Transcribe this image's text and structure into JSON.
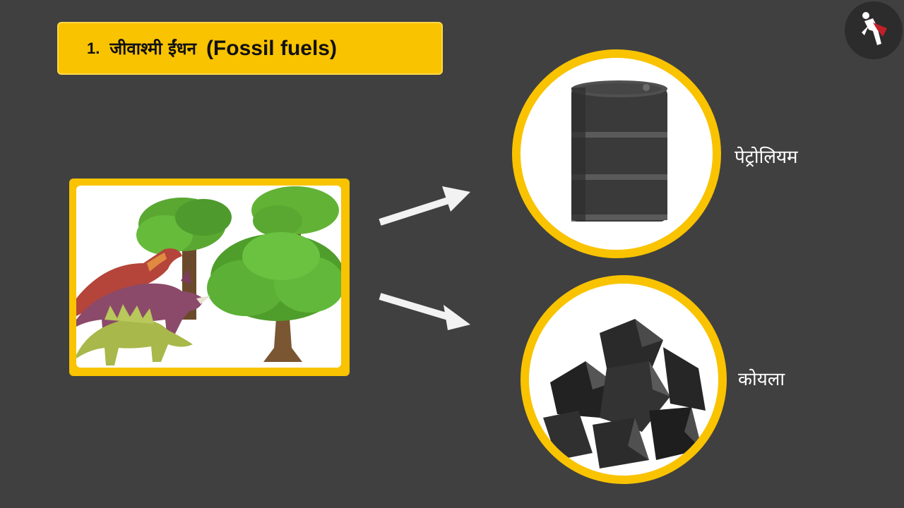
{
  "title": {
    "number": "1.",
    "hindi": "जीवाश्मी ईंधन",
    "english": "(Fossil fuels)"
  },
  "labels": {
    "petroleum": "पेट्रोलियम",
    "coal": "कोयला"
  },
  "colors": {
    "background": "#404040",
    "accent_yellow": "#f9c300",
    "text_light": "#ffffff"
  },
  "icons": {
    "logo": "runner-logo-icon",
    "barrel": "oil-barrel-icon",
    "coal": "coal-lumps-icon",
    "arrow": "arrow-right-icon"
  }
}
